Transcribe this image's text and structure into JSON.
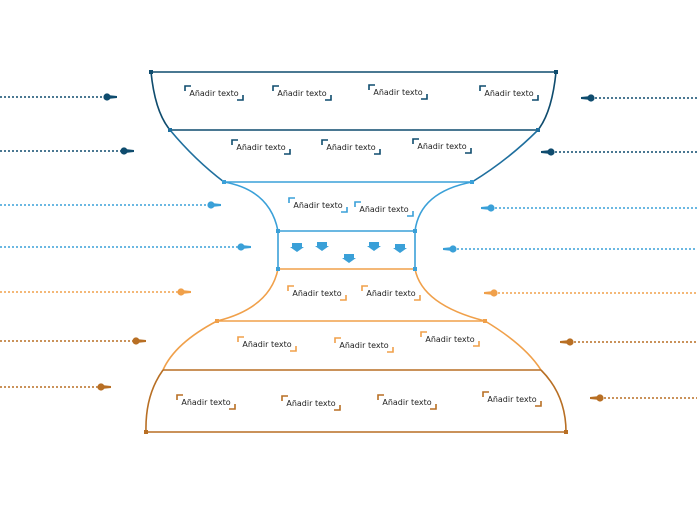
{
  "placeholder_label": "Añadir texto",
  "colors": {
    "navy": "#0f4c6e",
    "mid_blue": "#1f6f9e",
    "light_blue": "#3aa0d8",
    "light_orange": "#f0a04a",
    "dark_orange": "#b86f24"
  },
  "sections": [
    {
      "id": "tier-1",
      "color": "navy",
      "labels": [
        "Añadir texto",
        "Añadir texto",
        "Añadir texto",
        "Añadir texto"
      ]
    },
    {
      "id": "tier-2",
      "color": "navy",
      "labels": [
        "Añadir texto",
        "Añadir texto",
        "Añadir texto"
      ]
    },
    {
      "id": "tier-3",
      "color": "light_blue",
      "labels": [
        "Añadir texto",
        "Añadir texto"
      ]
    },
    {
      "id": "neck",
      "color": "light_blue",
      "labels": []
    },
    {
      "id": "tier-4",
      "color": "light_orange",
      "labels": [
        "Añadir texto",
        "Añadir texto"
      ]
    },
    {
      "id": "tier-5",
      "color": "light_orange",
      "labels": [
        "Añadir texto",
        "Añadir texto",
        "Añadir texto"
      ]
    },
    {
      "id": "tier-6",
      "color": "dark_orange",
      "labels": [
        "Añadir texto",
        "Añadir texto",
        "Añadir texto",
        "Añadir texto"
      ]
    }
  ],
  "connectors": [
    {
      "id": "left-1",
      "side": "left",
      "color": "navy"
    },
    {
      "id": "left-2",
      "side": "left",
      "color": "navy"
    },
    {
      "id": "left-3",
      "side": "left",
      "color": "light_blue"
    },
    {
      "id": "left-4",
      "side": "left",
      "color": "light_blue"
    },
    {
      "id": "left-5",
      "side": "left",
      "color": "light_orange"
    },
    {
      "id": "left-6",
      "side": "left",
      "color": "dark_orange"
    },
    {
      "id": "left-7",
      "side": "left",
      "color": "dark_orange"
    },
    {
      "id": "right-1",
      "side": "right",
      "color": "navy"
    },
    {
      "id": "right-2",
      "side": "right",
      "color": "navy"
    },
    {
      "id": "right-3",
      "side": "right",
      "color": "light_blue"
    },
    {
      "id": "right-4",
      "side": "right",
      "color": "light_blue"
    },
    {
      "id": "right-5",
      "side": "right",
      "color": "light_orange"
    },
    {
      "id": "right-6",
      "side": "right",
      "color": "dark_orange"
    },
    {
      "id": "right-7",
      "side": "right",
      "color": "dark_orange"
    }
  ]
}
